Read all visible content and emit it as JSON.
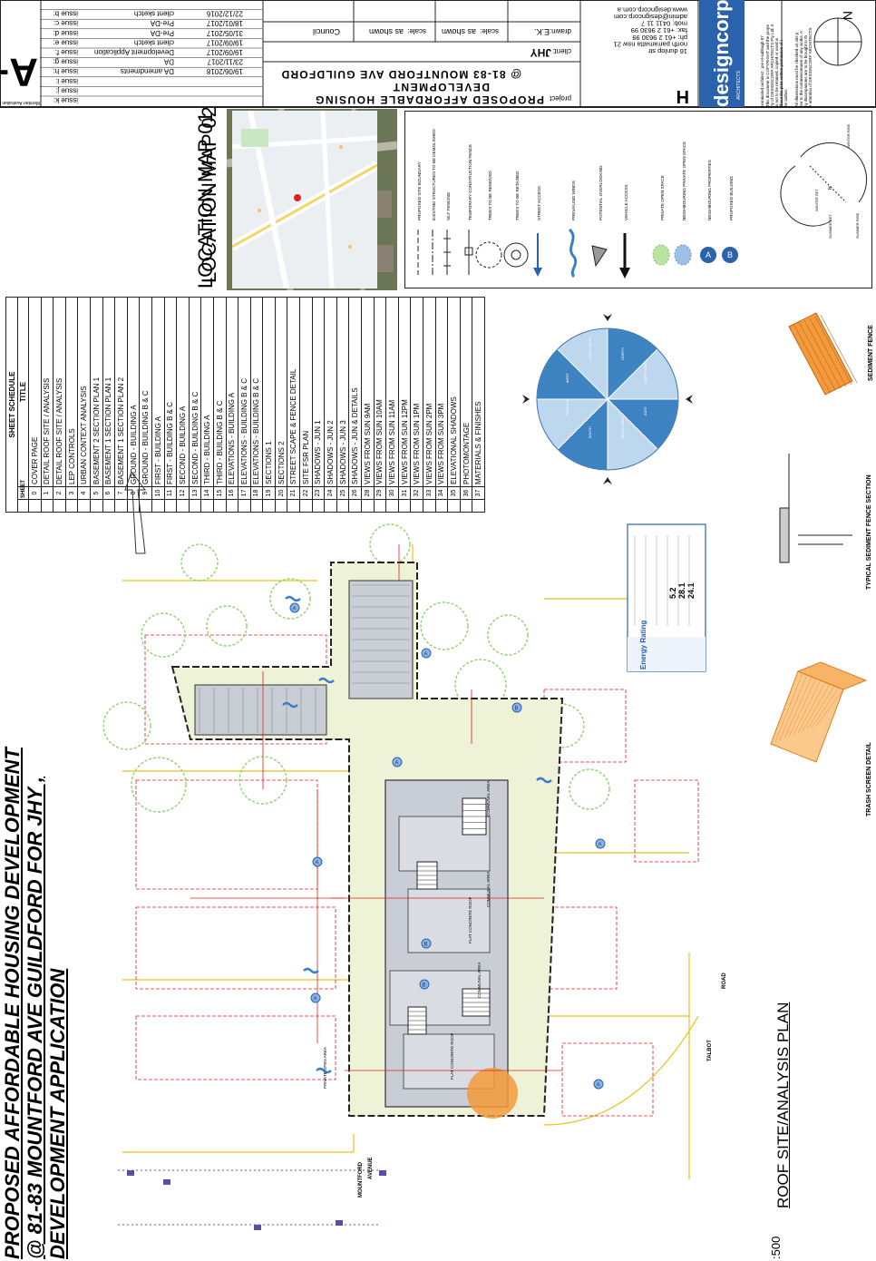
{
  "sheet": {
    "project_title_lines": [
      "PROPOSED AFFORDABLE HOUSING DEVELOPMENT",
      "@ 81-83 MOUNTFORD AVE GUILDFORD FOR JHY ,",
      "DEVELOPMENT APPLICATION"
    ],
    "plan_title": "ROOF SITE/ANALYSIS PLAN",
    "plan_scale": ":500",
    "location_map_1": "LOCATION MAP 01",
    "location_map_2": "LOCATION MAP 02",
    "trash_detail": "TRASH  SCREEN  DETAIL",
    "sediment_detail": "TYPICAL  SEDIMENT FENCE SECTION",
    "sediment_fence": "SEDIMENT FENCE",
    "energy_rating": "Energy Rating",
    "energy_values": [
      "5.2",
      "28.1",
      "24.1"
    ],
    "streets": [
      "MOUNTFORD",
      "AVENUE",
      "TALBOT",
      "ROAD"
    ],
    "area_labels": [
      "FLAT CONCRETE ROOF",
      "FLAT CONCRETE ROOF",
      "COMMUNAL AREA",
      "COMMUNAL AREA",
      "COMMUNAL AREA",
      "PRIVATE OPEN AREA"
    ]
  },
  "schedule": {
    "heading": "SHEET SCHEDULE",
    "col_sheet": "SHEET",
    "col_title": "TITLE",
    "rows": [
      [
        "0",
        "COVER PAGE"
      ],
      [
        "1",
        "DETAIL ROOF SITE / ANALYSIS"
      ],
      [
        "2",
        "DETAIL ROOF SITE / ANALYSIS"
      ],
      [
        "3",
        "LEP CONTROLS"
      ],
      [
        "4",
        "URBAN CONTEXT ANALYSIS"
      ],
      [
        "5",
        "BASEMENT 2 SECTION PLAN 1"
      ],
      [
        "6",
        "BASEMENT 1 SECTION PLAN 1"
      ],
      [
        "7",
        "BASEMENT 1 SECTION PLAN 2"
      ],
      [
        "8",
        "GROUND - BUILDING A"
      ],
      [
        "9",
        "GROUND - BUILDING B & C"
      ],
      [
        "10",
        "FIRST - BUILDING A"
      ],
      [
        "11",
        "FIRST - BUILDING B & C"
      ],
      [
        "12",
        "SECOND - BUILDING A"
      ],
      [
        "13",
        "SECOND - BUILDING B & C"
      ],
      [
        "14",
        "THIRD - BUILDING A"
      ],
      [
        "15",
        "THIRD - BUILDING B & C"
      ],
      [
        "16",
        "ELEVATIONS - BUILDING A"
      ],
      [
        "17",
        "ELEVATIONS - BUILDING B & C"
      ],
      [
        "18",
        "ELEVATIONS - BUILDING B & C"
      ],
      [
        "19",
        "SECTIONS 1"
      ],
      [
        "20",
        "SECTIONS 2"
      ],
      [
        "21",
        "STREET SCAPE  & FENCE DETAIL"
      ],
      [
        "22",
        "SITE FSR PLAN"
      ],
      [
        "23",
        "SHADOWS - JUN 1"
      ],
      [
        "24",
        "SHADOWS - JUN 2"
      ],
      [
        "25",
        "SHADOWS - JUN 3"
      ],
      [
        "26",
        "SHADOWS - JUN & DETAILS"
      ],
      [
        "28",
        "VIEWS FROM SUN 9AM"
      ],
      [
        "29",
        "VIEWS FROM SUN 10AM"
      ],
      [
        "30",
        "VIEWS FROM SUN 11AM"
      ],
      [
        "31",
        "VIEWS FROM SUN 12PM"
      ],
      [
        "32",
        "VIEWS FROM SUN 1PM"
      ],
      [
        "33",
        "VIEWS FROM SUN 2PM"
      ],
      [
        "34",
        "VIEWS FROM SUN 3PM"
      ],
      [
        "35",
        "ELEVATIONAL SHADOWS"
      ],
      [
        "36",
        "PHOTOMONTAGE"
      ],
      [
        "37",
        "MATERIALS & FINISHES"
      ]
    ]
  },
  "issues": [
    [
      "issue k:",
      "",
      ""
    ],
    [
      "issue j:",
      "",
      ""
    ],
    [
      "issue i:",
      "",
      ""
    ],
    [
      "issue h:",
      "DA amendments",
      "19/06/2018"
    ],
    [
      "issue g:",
      "DA",
      "23/11/2017"
    ],
    [
      "issue f:",
      "Development Application",
      "19/09/2017"
    ],
    [
      "issue e:",
      "client sketch",
      "19/09/2017"
    ],
    [
      "issue d:",
      "Pre-DA",
      "31/05/2017"
    ],
    [
      "issue c:",
      "Pre-DA",
      "18/01/2017"
    ],
    [
      "issue b:",
      "client sketch",
      "22/12/2016"
    ]
  ],
  "title_block": {
    "project_label": "project",
    "project_name": "PROPOSED AFFORDABLE HOUSING",
    "project_line2": "DEVELOPMENT",
    "project_line3": "@ 81-83 MOUNTFORD AVE GUILDFORD",
    "client_label": "client:",
    "client": "JHY",
    "drawn_label": "drawn:",
    "drawn": "E.K.",
    "scale_label": "scale:",
    "scale_1": "as shown",
    "scale_2": "as shown",
    "council": "Council",
    "address": [
      "16 dunlop str",
      "north parramatta nsw 21",
      "ph: +61 2 9630 99",
      "fax: +61 2 9630 99",
      "mob: 0411 11 7",
      "admin@designcorp.com",
      "www.designcorp.com.a"
    ],
    "firm": "designcorp",
    "firm_sub": "ARCHITECTS",
    "nominated": "nominated architect : joe el-sabbagh 87",
    "note_1": "This document is COPYRIGHT and the property of DESIGNCORP ARCHITECTS Pty Ltd. It is not to be retained, copied or used without the prior written permission of the author.",
    "note_2": "All dimensions must be checked on site prior to the commencement of any works. Any discrepancies are to be brought to the attention of DESIGNCORP ARCHITECTS.",
    "member_text": "Member Australian Institute of Architects",
    "north": "N",
    "sheet_letter": "H"
  },
  "legend": [
    "PROPOSED SITE BOUNDARY",
    "EXISTING STRUCTURES TO BE DEMOLISHED",
    "SILT FENCING",
    "TEMPORARY CONSTRUCTION FENCE",
    "TREES TO BE REMOVED",
    "TREES TO BE RETAINED",
    "STREET ACCESS",
    "PREVAILING WINDS",
    "POTENTIAL OVERLOOKING",
    "VEHICLE ACCESS",
    "PRIVATE OPEN SPACE",
    "NEIGHBOURING PRIVATE OPEN SPACE",
    "NEIGHBOURING PROPERTIES",
    "PROPOSED BUILDING"
  ],
  "sun_path": {
    "winter_set": "WINTER SET",
    "winter_rise": "WINTER RISE",
    "summer_set": "SUMMER SET",
    "summer_rise": "SUMMER RISE"
  },
  "wind_rose": {
    "sectors": [
      "NORTH",
      "NORTH EAST",
      "EAST",
      "SOUTH EAST",
      "SOUTH",
      "SOUTH WEST",
      "WEST",
      "NORTH WEST"
    ]
  },
  "colors": {
    "boundary": "#222222",
    "red_lines": "#e02020",
    "trees": "#8fd16a",
    "yellow_lines": "#e8c21a",
    "building_fill": "#c9ced6",
    "site_fill": "#eef2d6",
    "pie_dark": "#3d83c2",
    "pie_light": "#bcd7ee",
    "accent_blue": "#2a62ad",
    "trash_orange": "#f39a3b"
  }
}
